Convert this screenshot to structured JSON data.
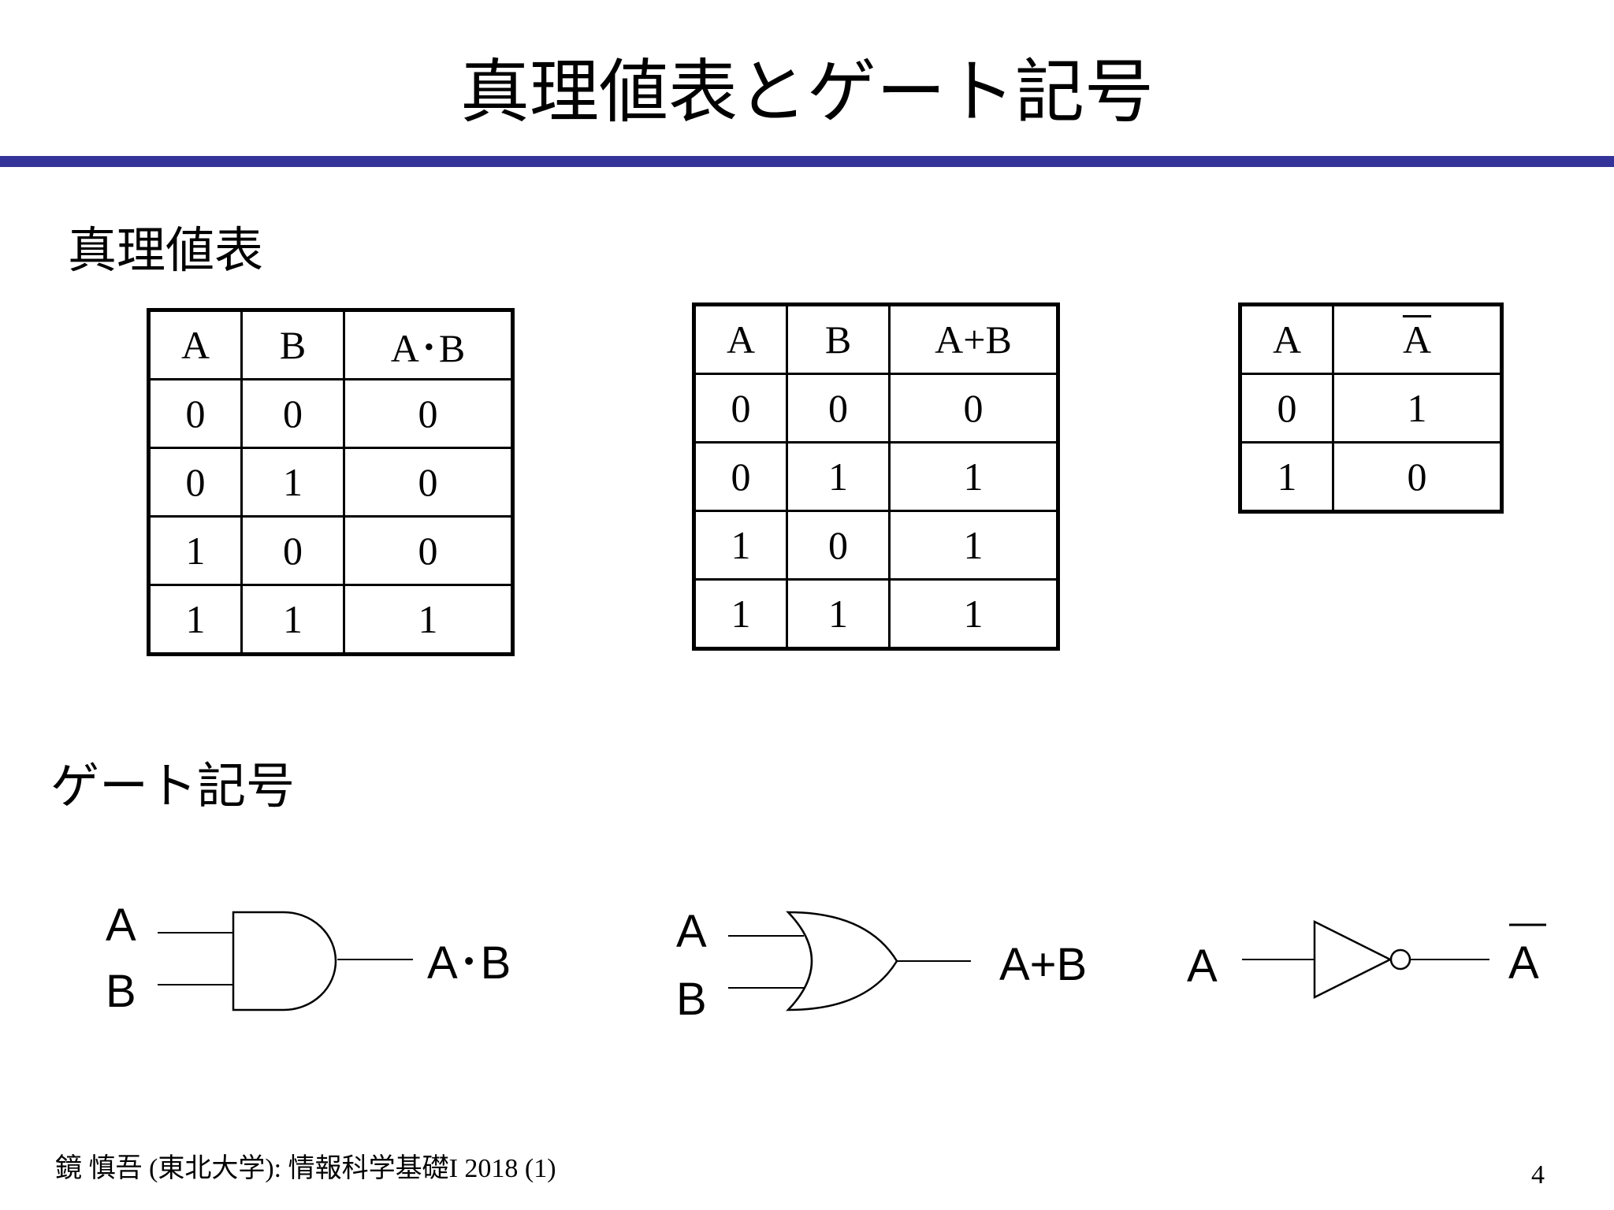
{
  "title": "真理値表とゲート記号",
  "sections": {
    "truth_tables_heading": "真理値表",
    "gate_symbols_heading": "ゲート記号"
  },
  "truth_tables": {
    "and": {
      "headers": [
        "A",
        "B",
        "A･B"
      ],
      "rows": [
        [
          "0",
          "0",
          "0"
        ],
        [
          "0",
          "1",
          "0"
        ],
        [
          "1",
          "0",
          "0"
        ],
        [
          "1",
          "1",
          "1"
        ]
      ]
    },
    "or": {
      "headers": [
        "A",
        "B",
        "A+B"
      ],
      "rows": [
        [
          "0",
          "0",
          "0"
        ],
        [
          "0",
          "1",
          "1"
        ],
        [
          "1",
          "0",
          "1"
        ],
        [
          "1",
          "1",
          "1"
        ]
      ]
    },
    "not": {
      "headers": [
        "A",
        "A"
      ],
      "rows": [
        [
          "0",
          "1"
        ],
        [
          "1",
          "0"
        ]
      ]
    }
  },
  "gates": {
    "and": {
      "input_a": "A",
      "input_b": "B",
      "output": "A･B"
    },
    "or": {
      "input_a": "A",
      "input_b": "B",
      "output": "A+B"
    },
    "not": {
      "input": "A",
      "output": "A"
    }
  },
  "footer": "鏡 慎吾 (東北大学): 情報科学基礎I 2018 (1)",
  "page_number": "4"
}
